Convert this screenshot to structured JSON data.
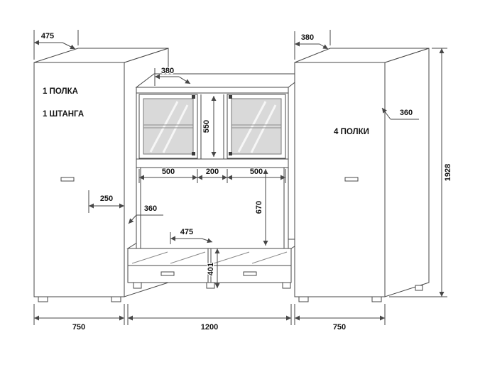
{
  "colors": {
    "line": "#474747",
    "text": "#141414",
    "glass_fill": "#d9d9d9",
    "background": "#ffffff"
  },
  "drawing": {
    "left_wardrobe": {
      "label_shelf": "1 ПОЛКА",
      "label_rod": "1 ШТАНГА",
      "dim_depth": "475",
      "dim_inner": "250",
      "dim_width": "750"
    },
    "center_unit": {
      "dim_top_depth": "380",
      "dim_glass_height": "550",
      "dim_section_left": "500",
      "dim_section_middle": "200",
      "dim_section_right": "500",
      "dim_niche_depth": "360",
      "dim_niche_height": "670",
      "dim_base_depth": "475",
      "dim_base_height": "401",
      "dim_width": "1200"
    },
    "right_wardrobe": {
      "label_shelves": "4 ПОЛКИ",
      "dim_top_depth": "380",
      "dim_side_depth": "360",
      "dim_height": "1928",
      "dim_width": "750"
    }
  }
}
